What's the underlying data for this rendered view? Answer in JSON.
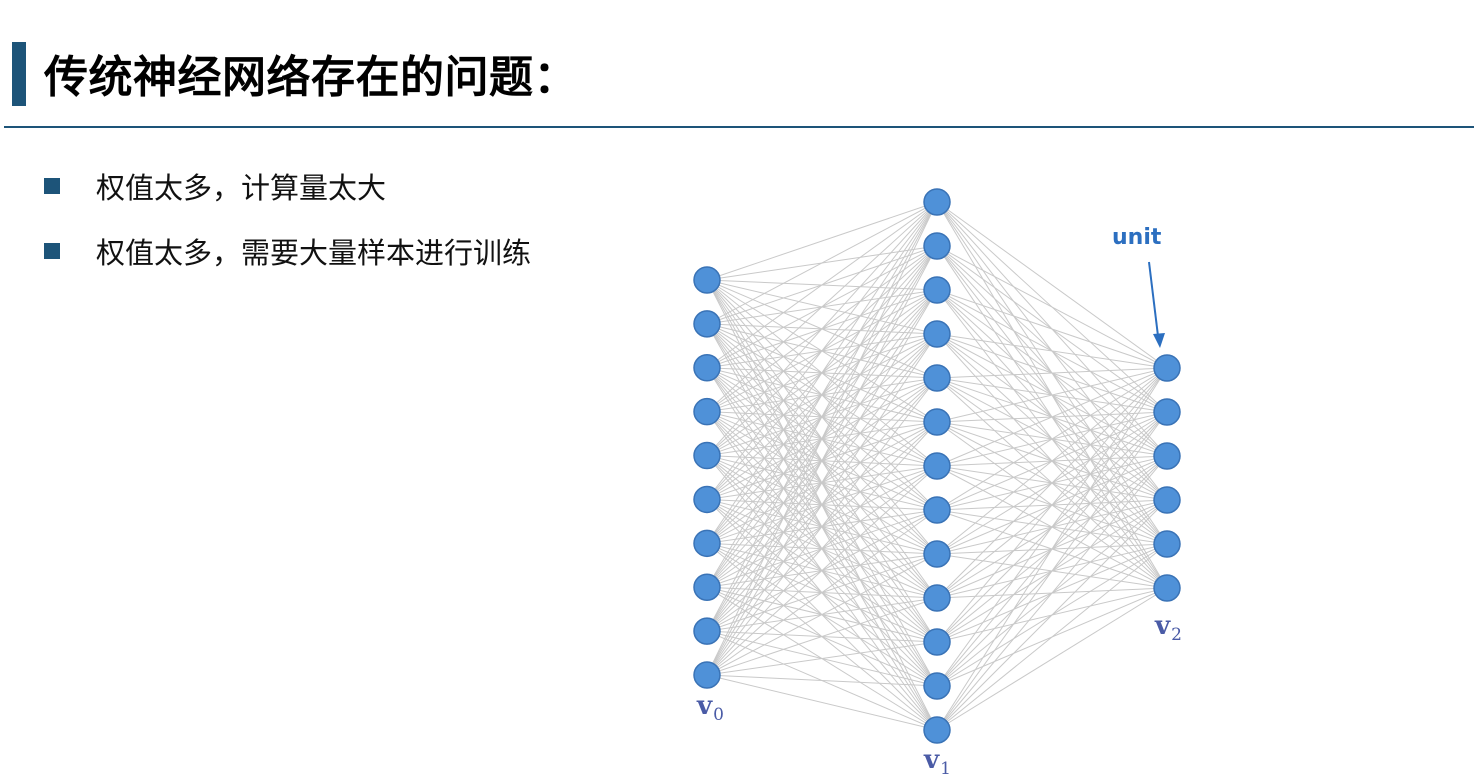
{
  "slide": {
    "title": "传统神经网络存在的问题：",
    "bullets": [
      "权值太多，计算量太大",
      "权值太多，需要大量样本进行训练"
    ]
  },
  "diagram": {
    "type": "fully-connected neural network",
    "layers": [
      {
        "label_main": "v",
        "label_sub": "0",
        "units": 10
      },
      {
        "label_main": "v",
        "label_sub": "1",
        "units": 13
      },
      {
        "label_main": "v",
        "label_sub": "2",
        "units": 6
      }
    ],
    "annotation": "unit",
    "colors": {
      "node_fill": "#4f91d8",
      "edge": "#c9c9c9",
      "label": "#4a5ba6",
      "annotation": "#2c6fc0",
      "accent": "#1d5479"
    }
  }
}
